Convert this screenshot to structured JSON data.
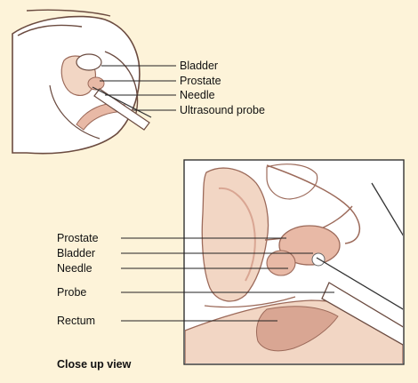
{
  "overview": {
    "labels": {
      "bladder": "Bladder",
      "prostate": "Prostate",
      "needle": "Needle",
      "probe": "Ultrasound probe"
    }
  },
  "closeup": {
    "labels": {
      "prostate": "Prostate",
      "bladder": "Bladder",
      "needle": "Needle",
      "probe": "Probe",
      "rectum": "Rectum"
    },
    "caption": "Close up view"
  },
  "colors": {
    "background": "#fdf3d9",
    "tissue": "#f2d6c4",
    "tissue_dark": "#d9a693",
    "organ": "#e8b9a6",
    "outline": "#9c6a5a",
    "panel": "#ffffff"
  }
}
